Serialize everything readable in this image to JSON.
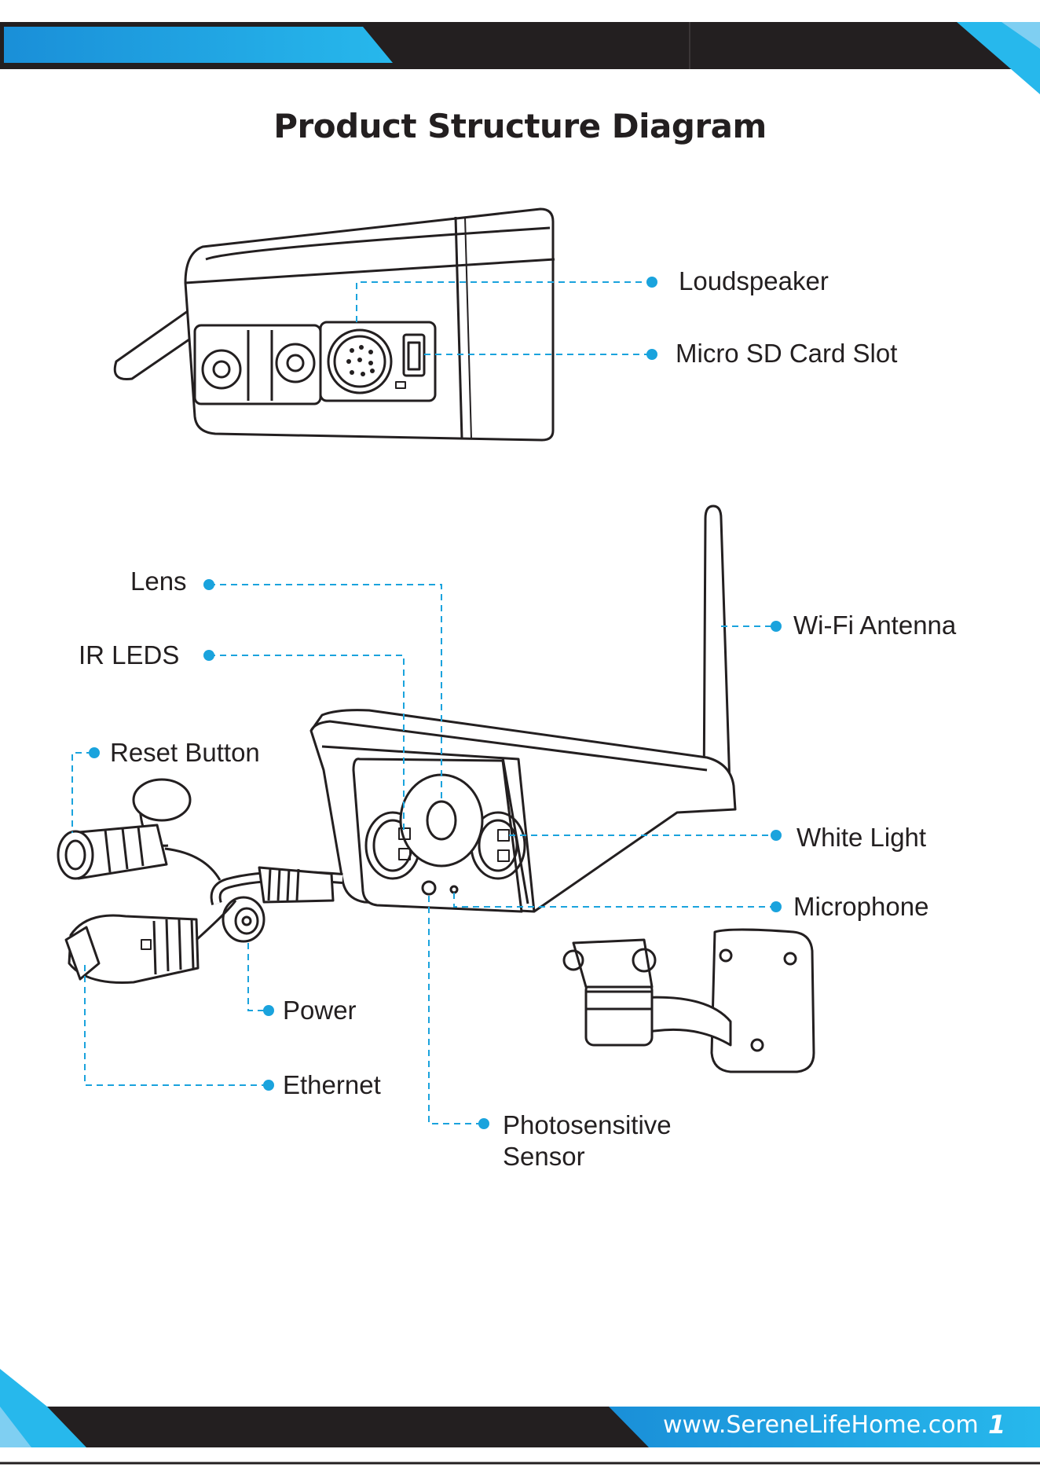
{
  "title": "Product Structure Diagram",
  "colors": {
    "accent": "#1aa3dd",
    "accent_light": "#6cc6ee",
    "dark_band": "#231f20",
    "text": "#231f20"
  },
  "labels": {
    "loudspeaker": "Loudspeaker",
    "micro_sd": "Micro SD Card Slot",
    "lens": "Lens",
    "ir_leds": "IR LEDS",
    "wifi_antenna": "Wi-Fi Antenna",
    "reset_button": "Reset Button",
    "white_light": "White Light",
    "microphone": "Microphone",
    "power": "Power",
    "ethernet": "Ethernet",
    "photosensitive_line1": "Photosensitive",
    "photosensitive_line2": "Sensor"
  },
  "footer": {
    "url": "www.SereneLifeHome.com",
    "page_number": "1"
  }
}
